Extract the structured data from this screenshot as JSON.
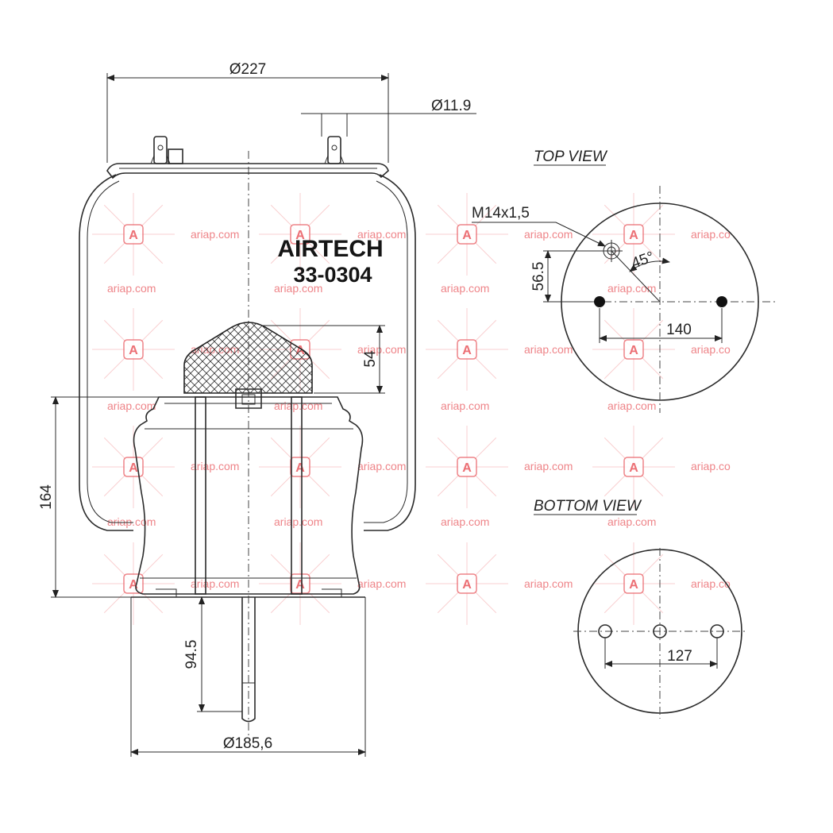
{
  "brand": {
    "name": "AIRTECH",
    "part_number": "33-0304"
  },
  "views": {
    "top": "TOP VIEW",
    "bottom": "BOTTOM VIEW"
  },
  "dimensions": {
    "top_diameter": "Ø227",
    "stud_hole_diameter": "Ø11.9",
    "bumper_height": "54",
    "piston_height": "164",
    "bolt_length": "94.5",
    "base_diameter": "Ø185,6",
    "thread": "M14x1,5",
    "port_offset": "56.5",
    "angle": "45°",
    "top_bolt_spacing": "140",
    "bottom_bolt_spacing": "127"
  },
  "watermark": {
    "text": "ariap.com",
    "text_alt": "ariap.co",
    "logo_letter": "A",
    "color": "#ec6f74"
  },
  "colors": {
    "line": "#2b2b2b",
    "watermark": "#ec6f74"
  }
}
